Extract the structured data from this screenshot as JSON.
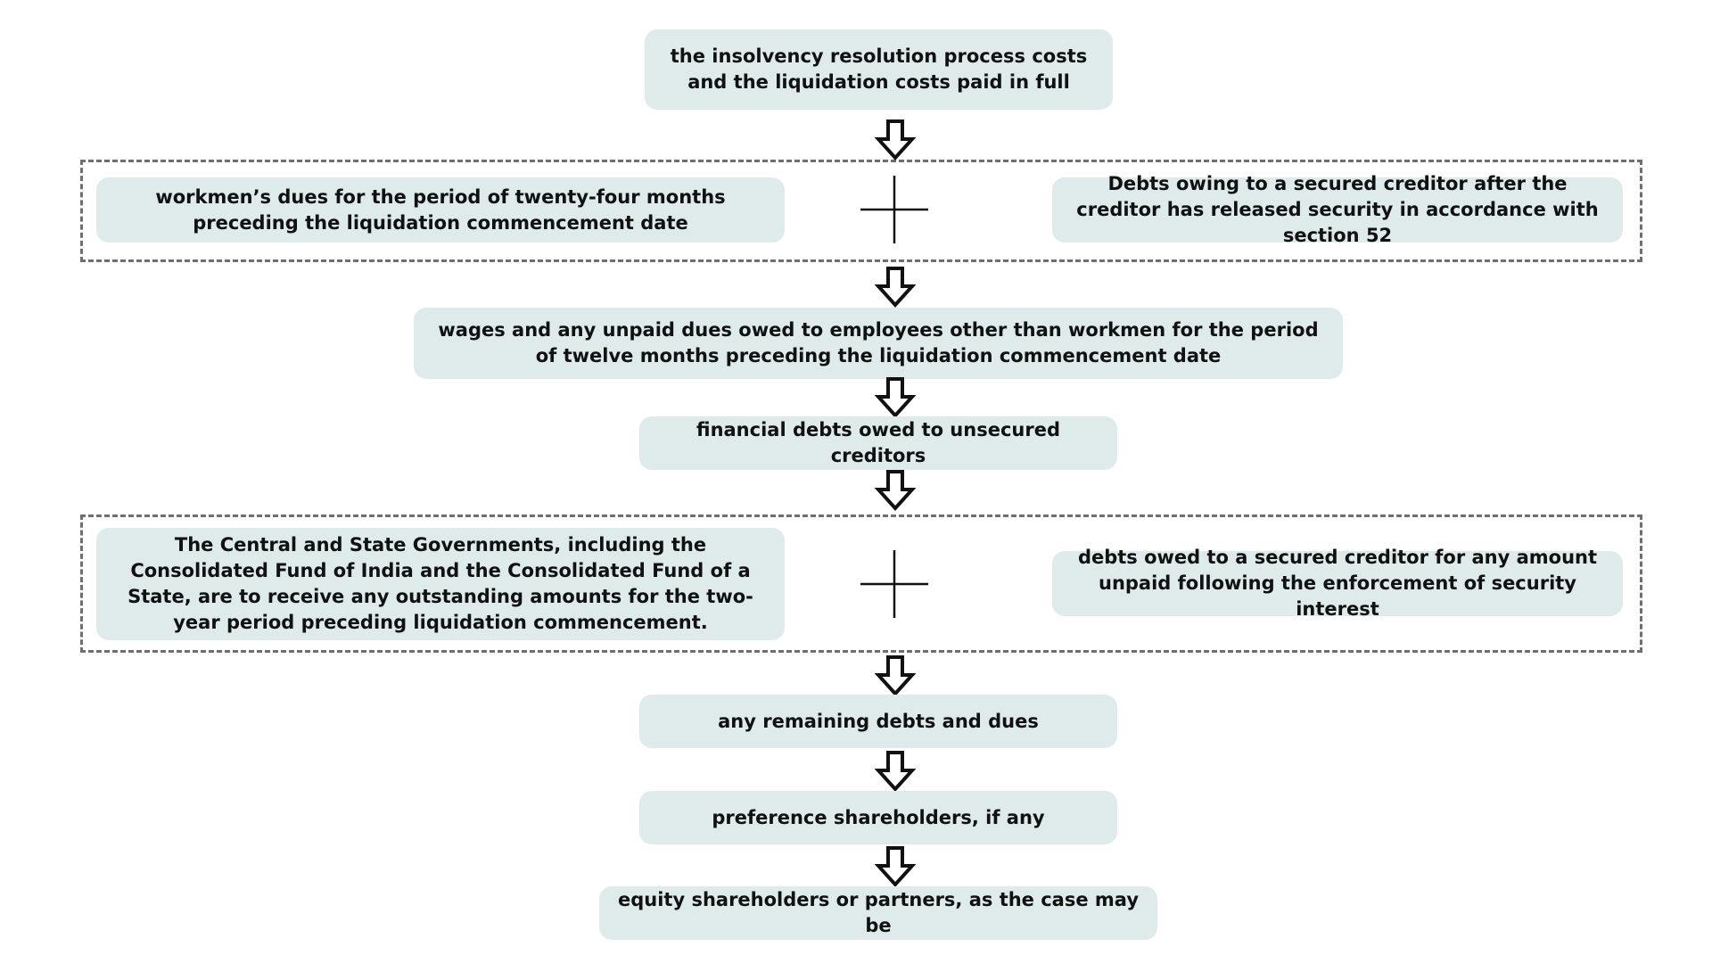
{
  "steps": {
    "step1": "the insolvency resolution process costs and the liquidation costs paid in full",
    "step2_left": "workmen’s dues for the period of twenty-four months preceding the liquidation commencement date",
    "step2_right": "Debts owing to a secured creditor after the creditor has released security in accordance with section 52",
    "step3": "wages and any unpaid dues owed to employees other than workmen for the period of twelve months preceding the liquidation commencement date",
    "step4": "financial debts owed to unsecured creditors",
    "step5_left": "The Central and State Governments, including the Consolidated Fund of India and the Consolidated Fund of a State, are to receive any outstanding amounts for the two-year period preceding liquidation commencement.",
    "step5_right": "debts owed to a secured creditor for any amount unpaid following the enforcement of security interest",
    "step6": "any remaining debts and dues",
    "step7": "preference shareholders, if any",
    "step8": "equity shareholders or partners, as the case may be"
  },
  "colors": {
    "box_fill": "#deebea",
    "dashed_border": "#6f6f6f",
    "text": "#111111"
  },
  "icons": {
    "arrow": "down-arrow-icon",
    "plus": "plus-icon"
  }
}
